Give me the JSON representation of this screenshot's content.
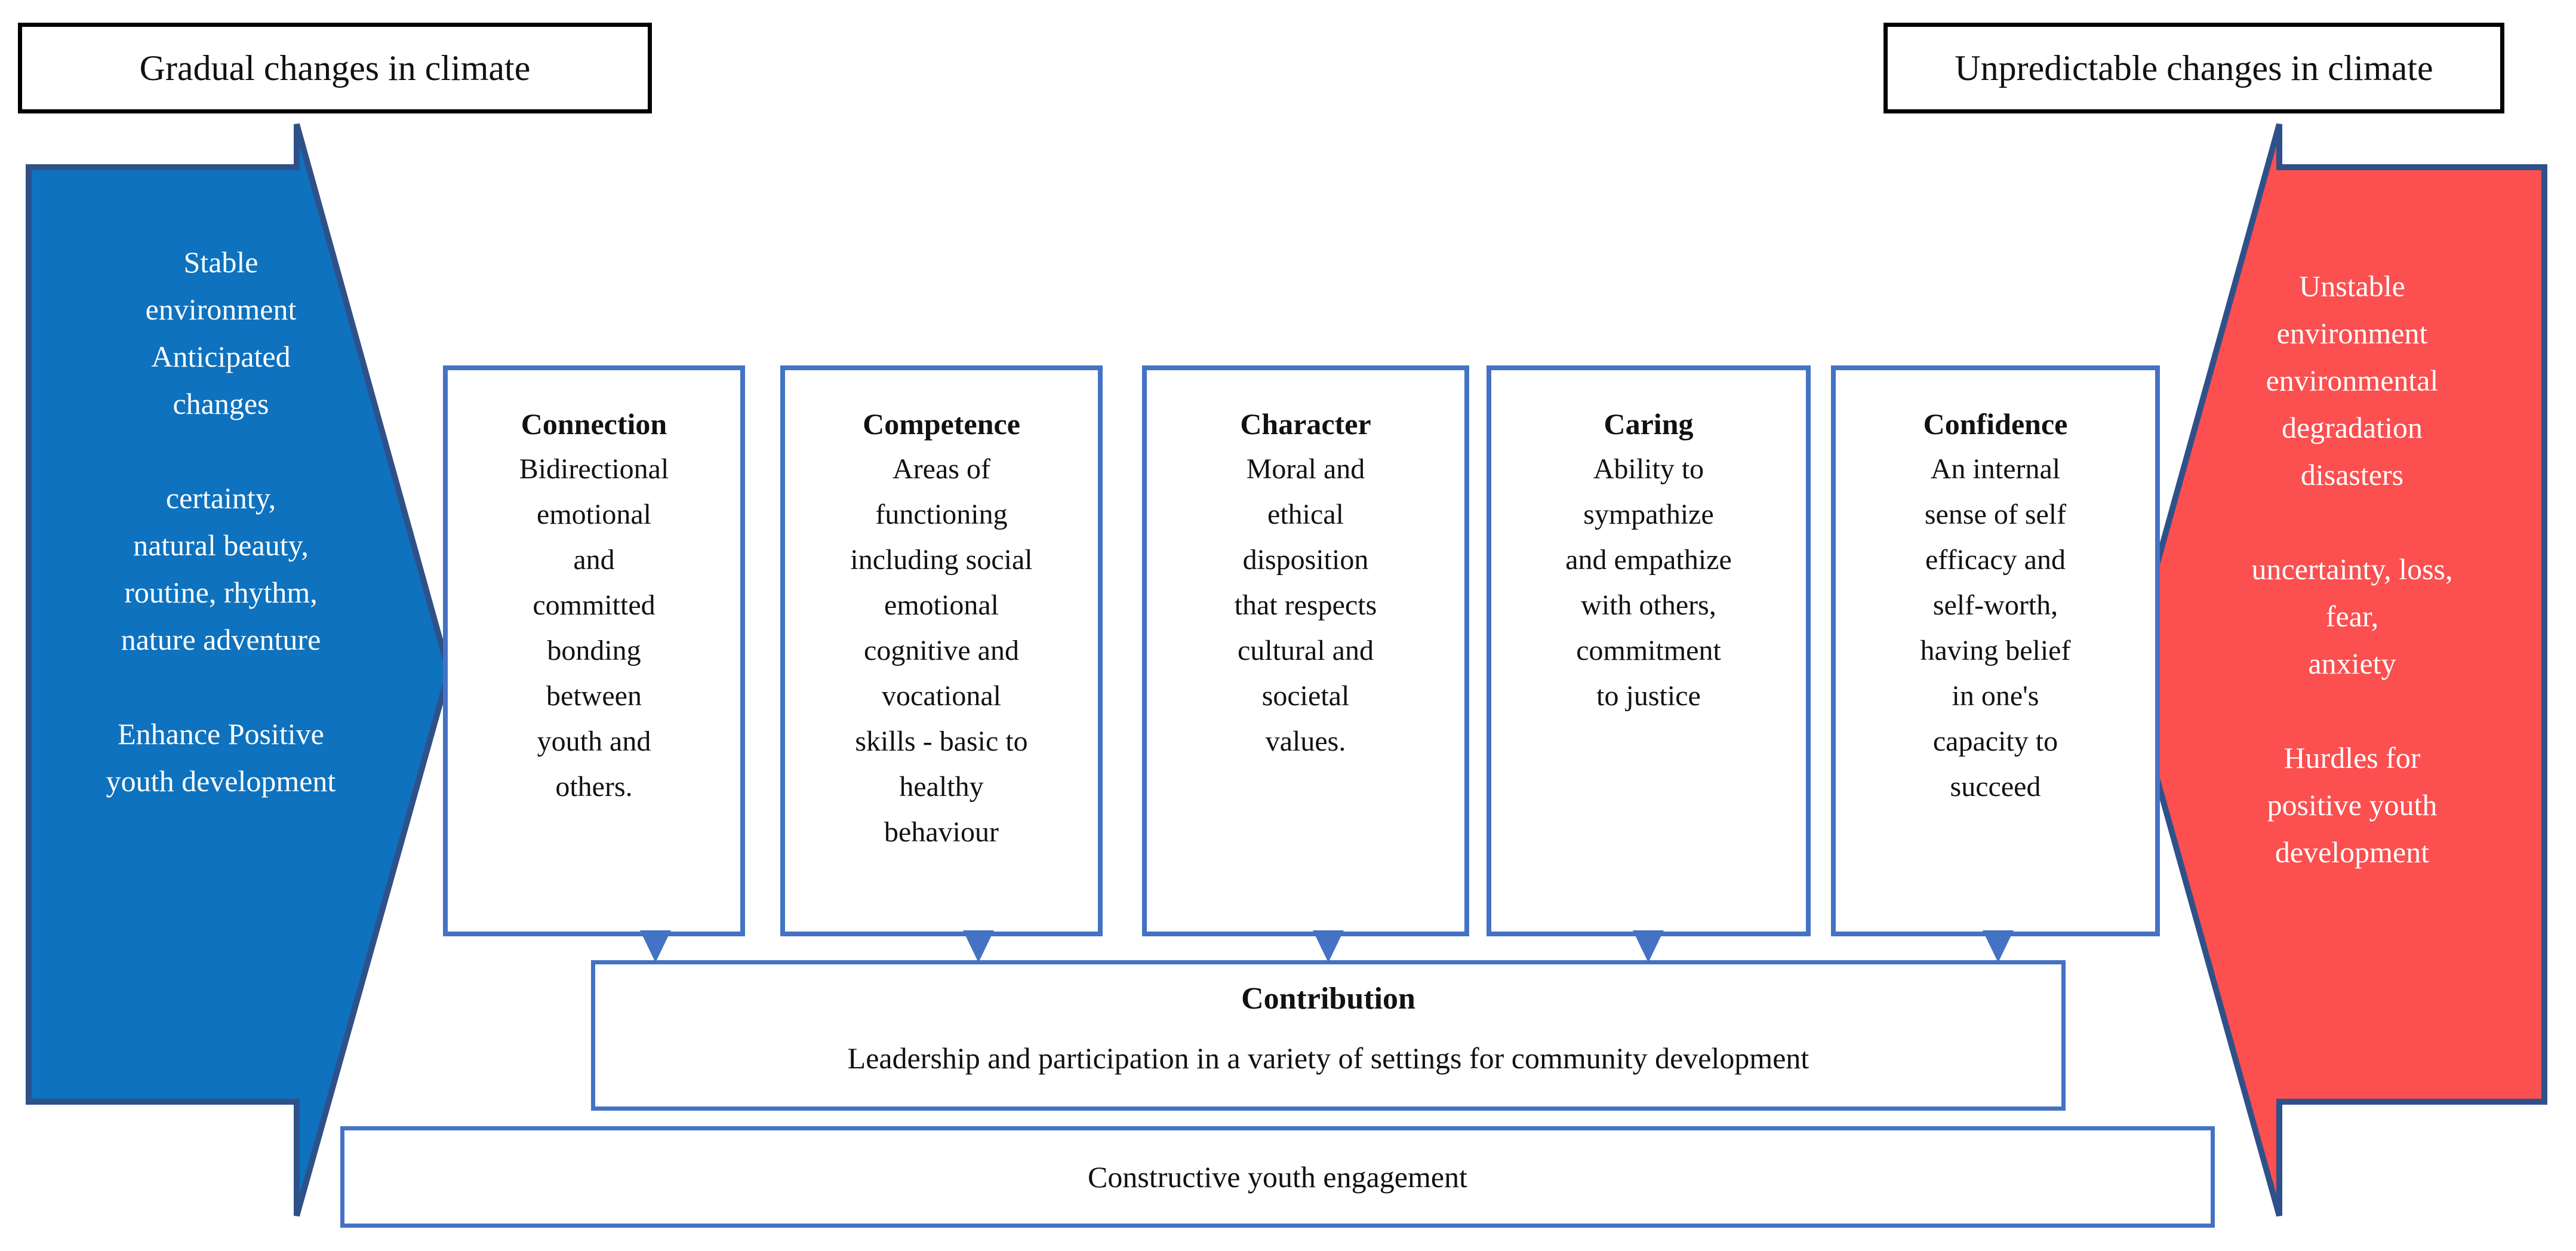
{
  "diagram": {
    "top_labels": {
      "left": "Gradual changes in climate",
      "right": "Unpredictable changes in climate"
    },
    "left_arrow": {
      "text": "Stable\nenvironment\nAnticipated\nchanges\n\ncertainty,\nnatural beauty,\nroutine, rhythm,\nnature adventure\n\nEnhance Positive\nyouth development"
    },
    "right_arrow": {
      "text": "Unstable\nenvironment\nenvironmental\ndegradation\ndisasters\n\nuncertainty, loss,\nfear,\nanxiety\n\nHurdles for\npositive youth\ndevelopment"
    },
    "c_boxes": [
      {
        "title": "Connection",
        "body": "Bidirectional\nemotional\nand\ncommitted\nbonding\nbetween\nyouth and\nothers."
      },
      {
        "title": "Competence",
        "body": "Areas of\nfunctioning\nincluding social\nemotional\ncognitive and\nvocational\nskills - basic to\nhealthy\nbehaviour"
      },
      {
        "title": "Character",
        "body": "Moral and\nethical\ndisposition\nthat respects\ncultural and\nsocietal\nvalues."
      },
      {
        "title": "Caring",
        "body": "Ability to\nsympathize\nand empathize\nwith others,\ncommitment\nto justice"
      },
      {
        "title": "Confidence",
        "body": "An internal\nsense of self\nefficacy and\nself-worth,\nhaving belief\nin one's\ncapacity to\nsucceed"
      }
    ],
    "contribution": {
      "title": "Contribution",
      "body": "Leadership and participation in a variety of settings for community development"
    },
    "engagement": {
      "text": "Constructive youth engagement"
    },
    "colors": {
      "blue_arrow_fill": "#0E72BE",
      "red_arrow_fill": "#FB4F50",
      "arrow_border": "#2F5189",
      "box_border": "#4472C4"
    }
  }
}
